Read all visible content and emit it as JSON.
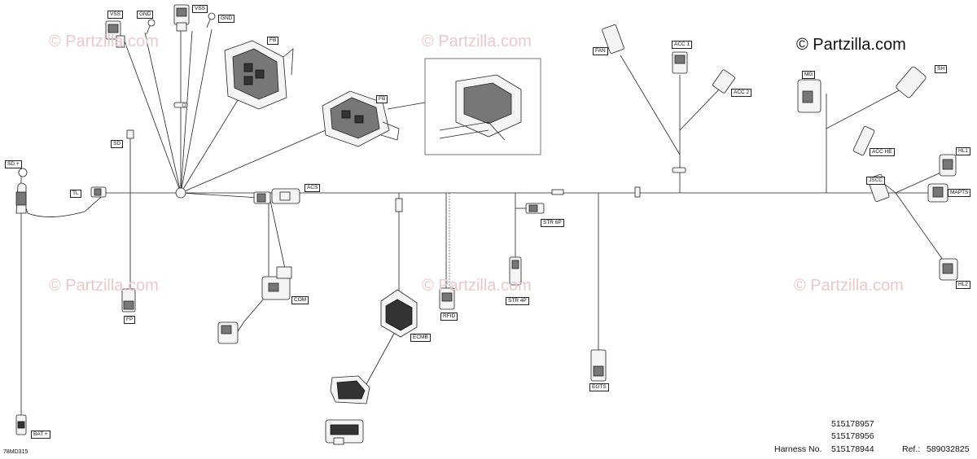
{
  "watermark": {
    "text": "© Partzilla.com"
  },
  "brand": {
    "text": "© Partzilla.com"
  },
  "labels": {
    "vss1": "VSS",
    "gnd1": "GND",
    "vss2": "VSS",
    "gnd2": "GND",
    "fb1": "FB",
    "fb2": "FB",
    "sd": "SD",
    "sd_plus": "SD +",
    "tl": "TL",
    "acs": "ACS",
    "fp": "FP",
    "com": "COM",
    "ecmb": "ECMB",
    "rfid": "RFID",
    "str6p": "STR 6P",
    "str4p": "STR 4P",
    "egts": "EGTS",
    "fan": "FAN",
    "acc1": "ACC 1",
    "acc2": "ACC 2",
    "mg": "MG",
    "sh": "SH",
    "acche": "ACC HE",
    "hl1": "HL1",
    "jscc": "JSCC",
    "mapts": "MAPTS",
    "hl2": "HL2",
    "bat_plus": "BAT +"
  },
  "footer": {
    "part_numbers": [
      "515178957",
      "515178956"
    ],
    "harness_label": "Harness No.",
    "harness_number": "515178944",
    "ref_label": "Ref.:",
    "ref_number": "589032825",
    "diagram_code": "78MD315"
  }
}
